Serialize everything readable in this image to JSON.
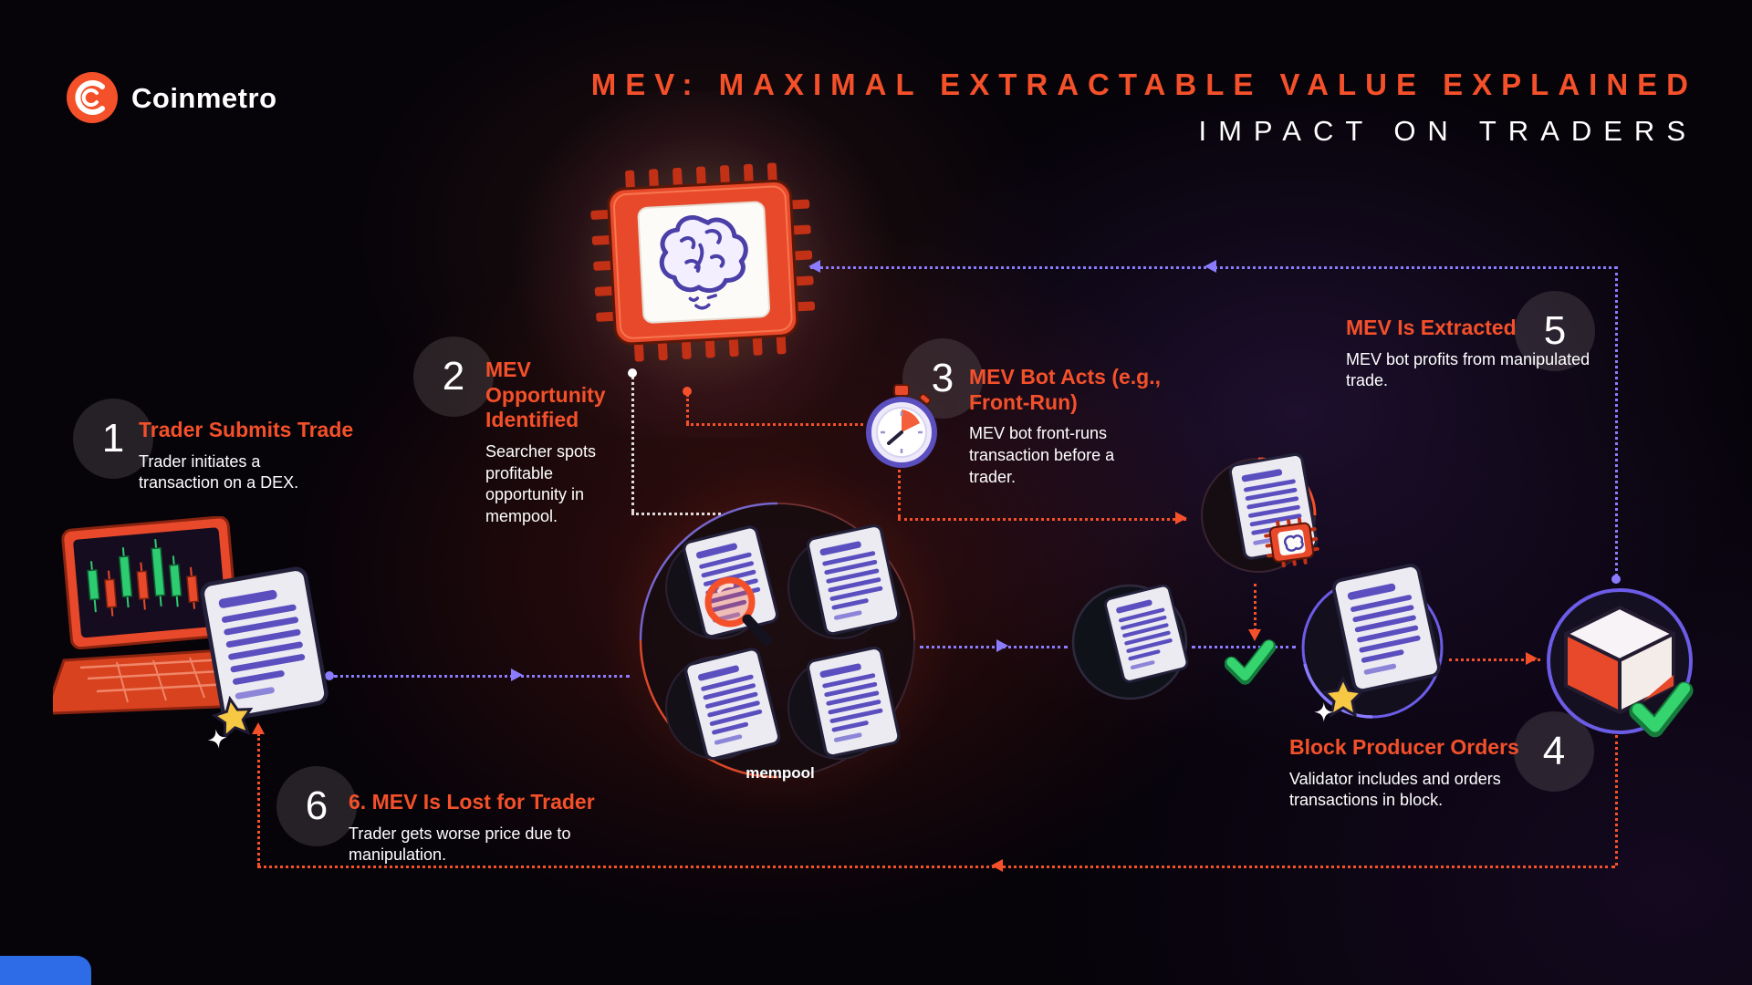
{
  "header": {
    "brand": "Coinmetro",
    "title": "MEV: MAXIMAL EXTRACTABLE VALUE EXPLAINED",
    "subtitle": "IMPACT ON TRADERS"
  },
  "steps": [
    {
      "number": "1",
      "title": "Trader Submits Trade",
      "description": "Trader initiates a transaction on a DEX."
    },
    {
      "number": "2",
      "title": "MEV Opportunity Identified",
      "description": "Searcher spots profitable opportunity in mempool."
    },
    {
      "number": "3",
      "title": "MEV Bot Acts (e.g., Front-Run)",
      "description": "MEV bot front-runs transaction before a trader."
    },
    {
      "number": "4",
      "title": "Block Producer Orders",
      "description": "Validator includes and orders transactions in block."
    },
    {
      "number": "5",
      "title": "MEV Is Extracted",
      "description": "MEV bot profits from manipulated trade."
    },
    {
      "number": "6",
      "title": "6. MEV Is Lost for Trader",
      "description": "Trader gets worse price due to manipulation."
    }
  ],
  "labels": {
    "mempool": "mempool"
  },
  "colors": {
    "accent_orange": "#F4502A",
    "accent_purple": "#8B7CFF",
    "success_green": "#2ECC71",
    "background": "#060309",
    "corner_blue": "#2E6BE6"
  }
}
